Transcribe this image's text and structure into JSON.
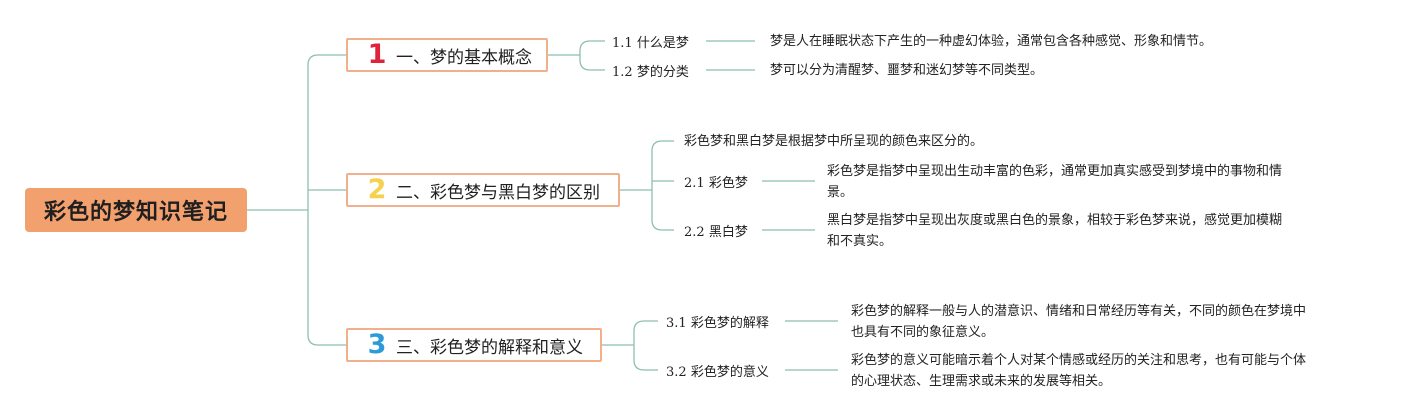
{
  "root": {
    "title": "彩色的梦知识笔记"
  },
  "branches": [
    {
      "number": "1",
      "title": "一、梦的基本概念",
      "items": [
        {
          "num": "1.1",
          "label": "什么是梦",
          "desc": "梦是人在睡眠状态下产生的一种虚幻体验，通常包含各种感觉、形象和情节。"
        },
        {
          "num": "1.2",
          "label": "梦的分类",
          "desc": "梦可以分为清醒梦、噩梦和迷幻梦等不同类型。"
        }
      ]
    },
    {
      "number": "2",
      "title": "二、彩色梦与黑白梦的区别",
      "intro": "彩色梦和黑白梦是根据梦中所呈现的颜色来区分的。",
      "items": [
        {
          "num": "2.1",
          "label": "彩色梦",
          "desc_line1": "彩色梦是指梦中呈现出生动丰富的色彩，通常更加真实感受到梦境中的事物和情",
          "desc_line2": "景。"
        },
        {
          "num": "2.2",
          "label": "黑白梦",
          "desc_line1": "黑白梦是指梦中呈现出灰度或黑白色的景象，相较于彩色梦来说，感觉更加模糊",
          "desc_line2": "和不真实。"
        }
      ]
    },
    {
      "number": "3",
      "title": "三、彩色梦的解释和意义",
      "items": [
        {
          "num": "3.1",
          "label": "彩色梦的解释",
          "desc_line1": "彩色梦的解释一般与人的潜意识、情绪和日常经历等有关，不同的颜色在梦境中",
          "desc_line2": "也具有不同的象征意义。"
        },
        {
          "num": "3.2",
          "label": "彩色梦的意义",
          "desc_line1": "彩色梦的意义可能暗示着个人对某个情感或经历的关注和思考，也有可能与个体",
          "desc_line2": "的心理状态、生理需求或未来的发展等相关。"
        }
      ]
    }
  ],
  "colors": {
    "root_fill": "#f1a06e",
    "branch_border": "#f1b08a",
    "connector": "#8dbfad",
    "num1": "#e0233b",
    "num2": "#f5d24d",
    "num3": "#2c9ad8"
  }
}
